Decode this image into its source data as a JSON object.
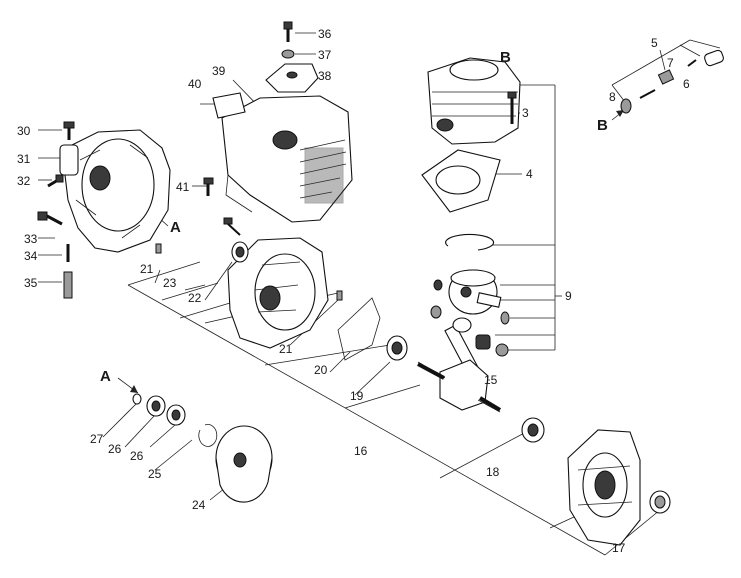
{
  "callouts": {
    "c3": "3",
    "c4": "4",
    "c5": "5",
    "c6": "6",
    "c7": "7",
    "c8": "8",
    "c9": "9",
    "c15": "15",
    "c16": "16",
    "c17": "17",
    "c18": "18",
    "c19": "19",
    "c20": "20",
    "c21a": "21",
    "c21b": "21",
    "c22": "22",
    "c23": "23",
    "c24": "24",
    "c25": "25",
    "c26a": "26",
    "c26b": "26",
    "c27": "27",
    "c30": "30",
    "c31": "31",
    "c32": "32",
    "c33": "33",
    "c34": "34",
    "c35": "35",
    "c36": "36",
    "c37": "37",
    "c38": "38",
    "c39": "39",
    "c40": "40",
    "c41": "41"
  },
  "refs": {
    "a1": "A",
    "a2": "A",
    "b1": "B",
    "b2": "B"
  },
  "colors": {
    "line": "#222222",
    "dark_fill": "#3a3a3a",
    "mid_fill": "#9a9a9a"
  }
}
